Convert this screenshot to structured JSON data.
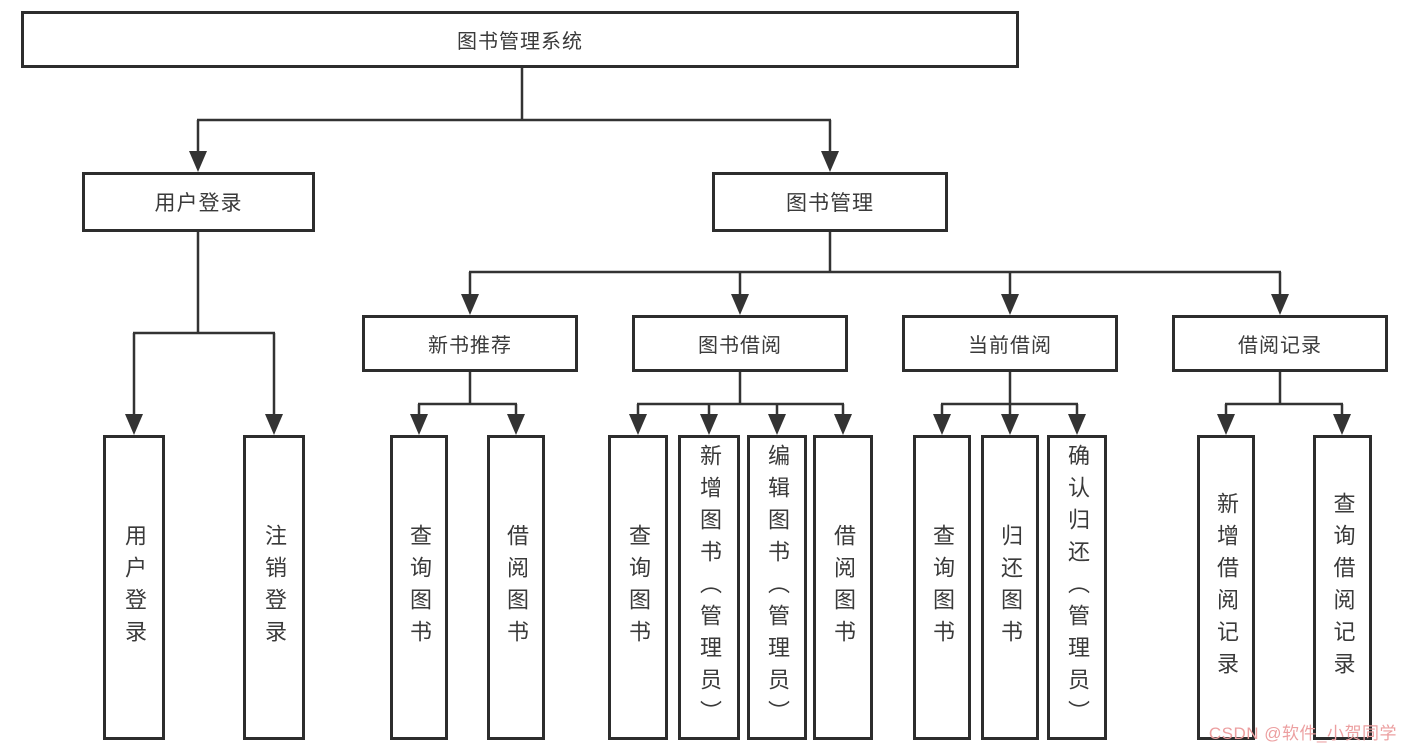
{
  "tree": {
    "root": "图书管理系统",
    "children": [
      {
        "label": "用户登录",
        "children": [
          {
            "label": "用户登录"
          },
          {
            "label": "注销登录"
          }
        ]
      },
      {
        "label": "图书管理",
        "children": [
          {
            "label": "新书推荐",
            "children": [
              {
                "label": "查询图书"
              },
              {
                "label": "借阅图书"
              }
            ]
          },
          {
            "label": "图书借阅",
            "children": [
              {
                "label": "查询图书"
              },
              {
                "label": "新增图书（管理员）"
              },
              {
                "label": "编辑图书（管理员）"
              },
              {
                "label": "借阅图书"
              }
            ]
          },
          {
            "label": "当前借阅",
            "children": [
              {
                "label": "查询图书"
              },
              {
                "label": "归还图书"
              },
              {
                "label": "确认归还（管理员）"
              }
            ]
          },
          {
            "label": "借阅记录",
            "children": [
              {
                "label": "新增借阅记录"
              },
              {
                "label": "查询借阅记录"
              }
            ]
          }
        ]
      }
    ]
  },
  "watermark": {
    "text": "CSDN @软件_小贺同学",
    "color": "#ec9fa0"
  },
  "colors": {
    "line": "#333333",
    "box_border": "#2d2d2d",
    "text": "#3a3a3a",
    "background": "#ffffff"
  }
}
